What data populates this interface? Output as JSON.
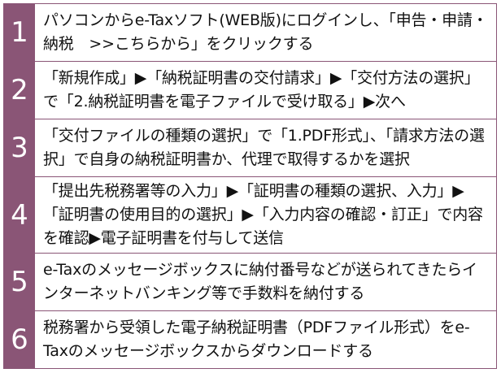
{
  "steps": [
    {
      "number": "1",
      "text": "パソコンからe-Taxソフト(WEB版)にログインし、「申告・申請・納税　>>こちらから」をクリックする"
    },
    {
      "number": "2",
      "text": "「新規作成」▶「納税証明書の交付請求」▶「交付方法の選択」で「2.納税証明書を電子ファイルで受け取る」▶次へ"
    },
    {
      "number": "3",
      "text": "「交付ファイルの種類の選択」で「1.PDF形式」、「請求方法の選択」で自身の納税証明書か、代理で取得するかを選択"
    },
    {
      "number": "4",
      "text": "「提出先税務署等の入力」▶「証明書の種類の選択、入力」▶「証明書の使用目的の選択」▶「入力内容の確認・訂正」で内容を確認▶電子証明書を付与して送信"
    },
    {
      "number": "5",
      "text": "e-Taxのメッセージボックスに納付番号などが送られてきたらインターネットバンキング等で手数料を納付する"
    },
    {
      "number": "6",
      "text": "税務署から受領した電子納税証明書（PDFファイル形式）をe-Taxのメッセージボックスからダウンロードする"
    }
  ],
  "colors": {
    "accent": "#8a5576",
    "text": "#111111"
  }
}
